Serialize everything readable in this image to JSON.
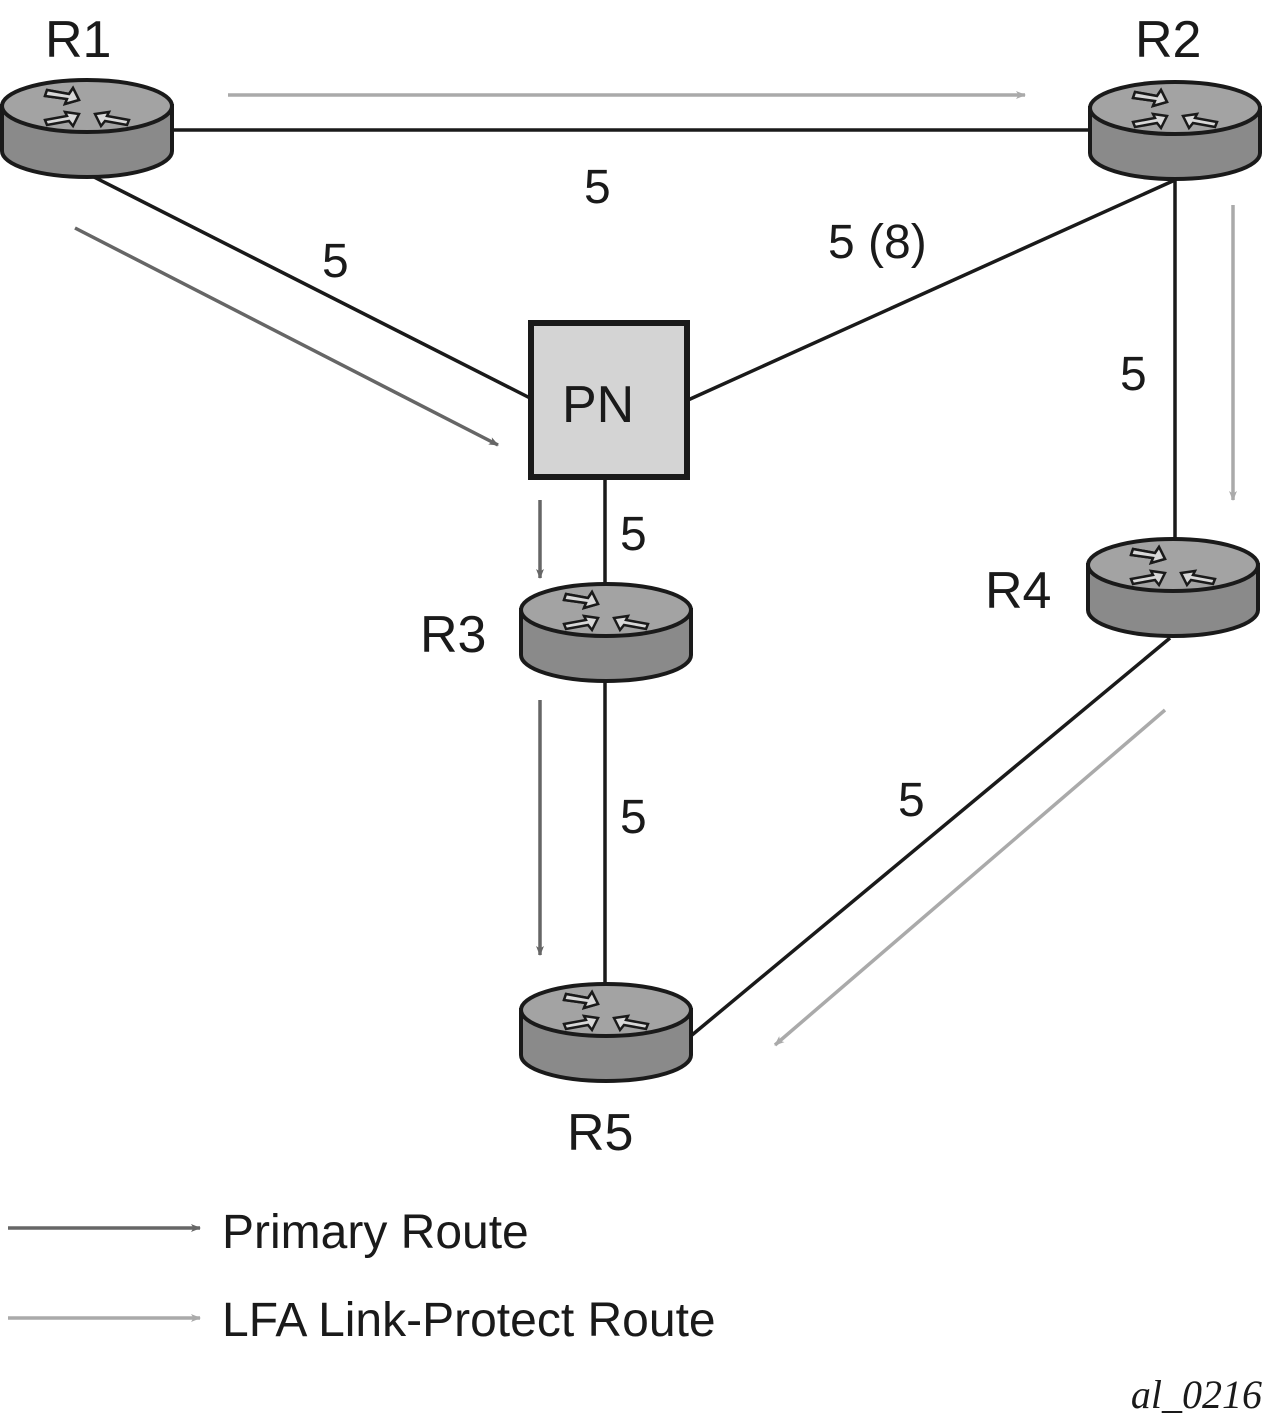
{
  "nodes": {
    "r1": "R1",
    "r2": "R2",
    "r3": "R3",
    "r4": "R4",
    "r5": "R5",
    "pn": "PN"
  },
  "links": {
    "r1_r2": "5",
    "r1_pn": "5",
    "r2_pn": "5 (8)",
    "r2_r4": "5",
    "pn_r3": "5",
    "r3_r5": "5",
    "r4_r5": "5"
  },
  "legend": {
    "primary": "Primary Route",
    "lfa": "LFA Link-Protect Route"
  },
  "colors": {
    "primary_route": "#666666",
    "lfa_route": "#aaaaaa",
    "link": "#1a1a1a",
    "pn_fill": "#d4d4d4",
    "router_top": "#a3a3a3",
    "router_side": "#8a8a8a"
  },
  "figure_id": "al_0216"
}
